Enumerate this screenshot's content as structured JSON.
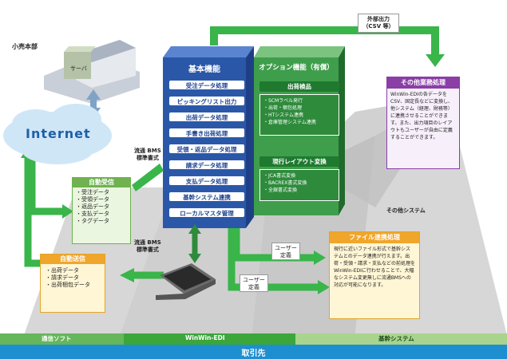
{
  "hq": {
    "label": "小売本部",
    "server_label": "サーバ"
  },
  "internet": {
    "label": "Internet"
  },
  "core": {
    "title": "基本機能",
    "items": [
      "受注データ処理",
      "ピッキングリスト出力",
      "出荷データ処理",
      "手書き出荷処理",
      "受領・返品データ処理",
      "請求データ処理",
      "支払データ処理",
      "基幹システム連携",
      "ローカルマスタ管理"
    ]
  },
  "options": {
    "title": "オプション機能（有償）",
    "shipping": {
      "title": "出荷検品",
      "lines": [
        "・SCMラベル発行",
        "・出荷・梱包処理",
        "・HTシステム連携",
        "・倉庫管理システム連携"
      ]
    },
    "layout": {
      "title": "現行レイアウト変換",
      "lines": [
        "・JCA書式変換",
        "・BACREX書式変換",
        "・全銀書式変換"
      ]
    }
  },
  "auto_receive": {
    "title": "自動受信",
    "lines": [
      "・受注データ",
      "・受領データ",
      "・返品データ",
      "・支払データ",
      "・タグデータ"
    ]
  },
  "auto_send": {
    "title": "自動送信",
    "lines": [
      "・出荷データ",
      "・請求データ",
      "・出荷梱包データ"
    ]
  },
  "bms_label_top": [
    "流通 BMS",
    "標準書式"
  ],
  "bms_label_bottom": [
    "流通 BMS",
    "標準書式"
  ],
  "external_output": [
    "外部出力",
    "（CSV 等）"
  ],
  "other_process": {
    "title": "その他業務処理",
    "body": "WinWin-EDIの各データをCSV、固定長などに変換し、他システム（経理、財務等）に連携させることができます。また、出力項目のレイアウトもユーザーが自由に定義することができます。"
  },
  "file_process": {
    "title": "ファイル連携処理",
    "body": "現行に近いファイル形式で基幹システムとのデータ連携が行えます。出荷・受領・請求・支払などの前処理をWinWin-EDIに行わせることで、大幅なシステム変更無しに流通BMSへの対応が可能になります。"
  },
  "user_def_1": [
    "ユーザー",
    "定義"
  ],
  "user_def_2": [
    "ユーザー",
    "定義"
  ],
  "other_system": "その他システム",
  "bottom": {
    "comm_soft": "通信ソフト",
    "winwin": "WinWin-EDI",
    "core_sys": "基幹システム",
    "partner": "取引先"
  },
  "colors": {
    "core_blue": "#2a57a8",
    "option_green": "#2e8b3c",
    "arrow_green": "#39b54a",
    "band_blue": "#1d8fd1"
  }
}
